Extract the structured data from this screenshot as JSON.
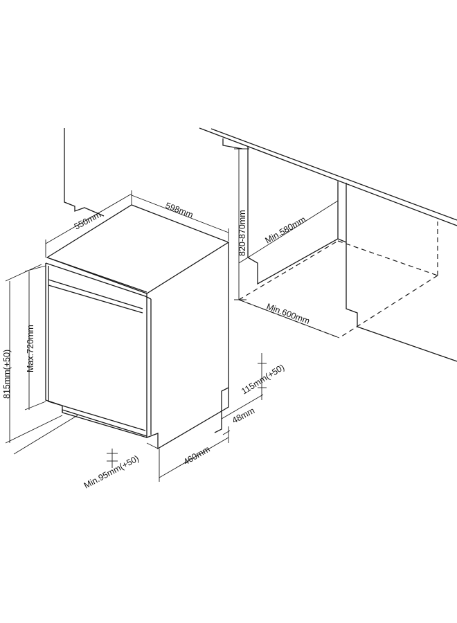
{
  "dimensions": {
    "width": "598mm",
    "depth": "550mm",
    "niche_height": "820-870mm",
    "niche_depth": "Min.580mm",
    "niche_width": "Min.600mm",
    "total_height": "815mm(+50)",
    "door_height": "Max.720mm",
    "plinth_height": "115mm(+50)",
    "plinth_offset": "48mm",
    "plinth_depth": "460mm",
    "foot_height": "Min.95mm(+50)"
  }
}
